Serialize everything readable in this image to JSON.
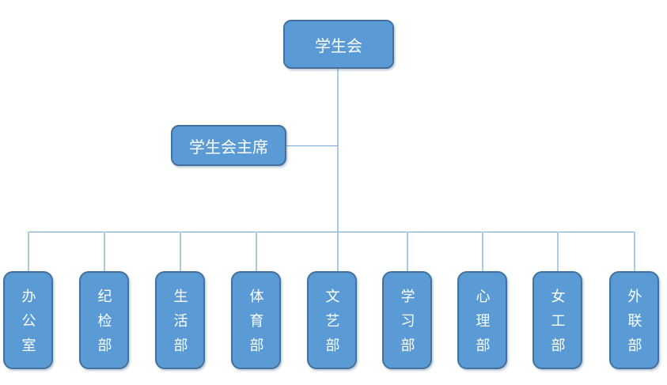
{
  "colors": {
    "node_fill": "#5b9bd5",
    "node_border": "#41719c",
    "connector_light": "#a8cbea",
    "connector_dark": "#74a7d8",
    "label_text": "#ffffff",
    "background": "#ffffff"
  },
  "org": {
    "root": {
      "label": "学生会"
    },
    "president": {
      "label": "学生会主席"
    },
    "departments": [
      {
        "label": "办公室"
      },
      {
        "label": "纪检部"
      },
      {
        "label": "生活部"
      },
      {
        "label": "体育部"
      },
      {
        "label": "文艺部"
      },
      {
        "label": "学习部"
      },
      {
        "label": "心理部"
      },
      {
        "label": "女工部"
      },
      {
        "label": "外联部"
      }
    ]
  }
}
